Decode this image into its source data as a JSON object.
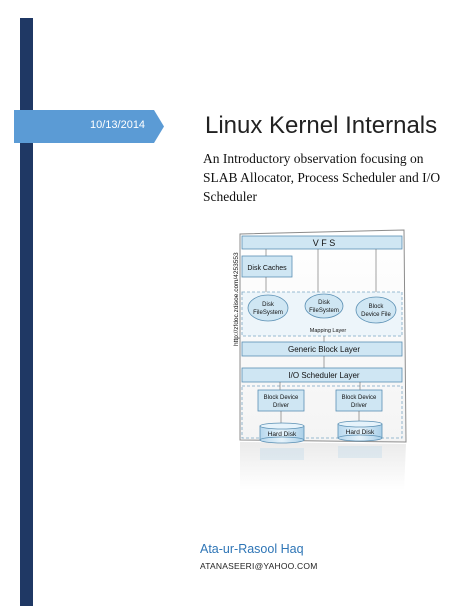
{
  "cover": {
    "date": "10/13/2014",
    "title": "Linux Kernel Internals",
    "subtitle": "An Introductory observation focusing on SLAB Allocator, Process Scheduler and I/O Scheduler",
    "author": "Ata-ur-Rasool Haq",
    "email": "ATANASEERI@YAHOO.COM"
  },
  "diagram": {
    "watermark": "http://zfdoc.zdisoe.com/4253553",
    "vfs": "V F S",
    "disk_caches": "Disk Caches",
    "fs1_line1": "Disk",
    "fs1_line2": "FileSystem",
    "fs2_line1": "Disk",
    "fs2_line2": "FileSystem",
    "bdf_line1": "Block",
    "bdf_line2": "Device File",
    "mapping_layer": "Mapping Layer",
    "generic_block_layer": "Generic Block Layer",
    "io_scheduler_layer": "I/O Scheduler Layer",
    "drv1_line1": "Block Device",
    "drv1_line2": "Driver",
    "drv2_line1": "Block Device",
    "drv2_line2": "Driver",
    "disk1": "Hard Disk",
    "disk2": "Hard Disk",
    "colors": {
      "layer_fill": "#cfe6f3",
      "layer_stroke": "#5a8fb3",
      "mapping_fill": "#edf5fa"
    }
  },
  "colors": {
    "sidebar": "#1f3864",
    "date_tab": "#5b9bd5",
    "author": "#2e75b6"
  }
}
